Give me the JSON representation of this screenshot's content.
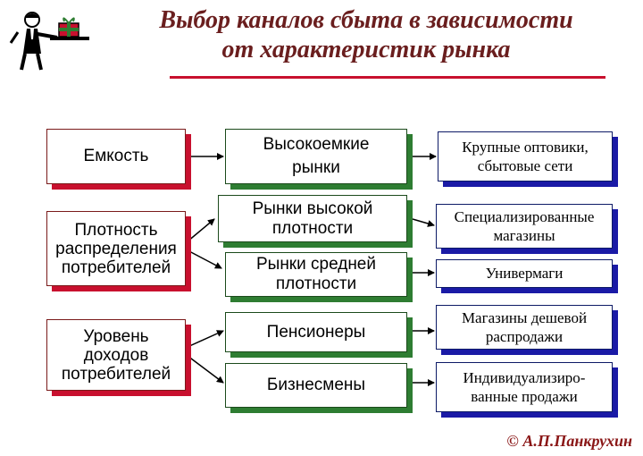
{
  "title": {
    "line1": "Выбор каналов сбыта в зависимости",
    "line2": "от характеристик рынка"
  },
  "factors": [
    {
      "label": "Емкость"
    },
    {
      "label": "Плотность распределения потребителей"
    },
    {
      "label": "Уровень доходов потребителей"
    }
  ],
  "markets": [
    {
      "label": "Высокоемкие рынки"
    },
    {
      "label": "Рынки высокой плотности"
    },
    {
      "label": "Рынки средней плотности"
    },
    {
      "label": "Пенсионеры"
    },
    {
      "label": "Бизнесмены"
    }
  ],
  "channels": [
    {
      "label": "Крупные оптовики, сбытовые сети"
    },
    {
      "label": "Специализированные магазины"
    },
    {
      "label": "Универмаги"
    },
    {
      "label": "Магазины дешевой распродажи"
    },
    {
      "label": "Индивидуализиро-ванные продажи"
    }
  ],
  "copyright": "© А.П.Панкрухин",
  "colors": {
    "title": "#6a1e1e",
    "rule": "#c8102e",
    "factor_shadow": "#c8102e",
    "market_shadow": "#2e7d32",
    "channel_shadow": "#1a1aa6"
  },
  "icons": {
    "logo": "waiter-with-gift-icon"
  }
}
